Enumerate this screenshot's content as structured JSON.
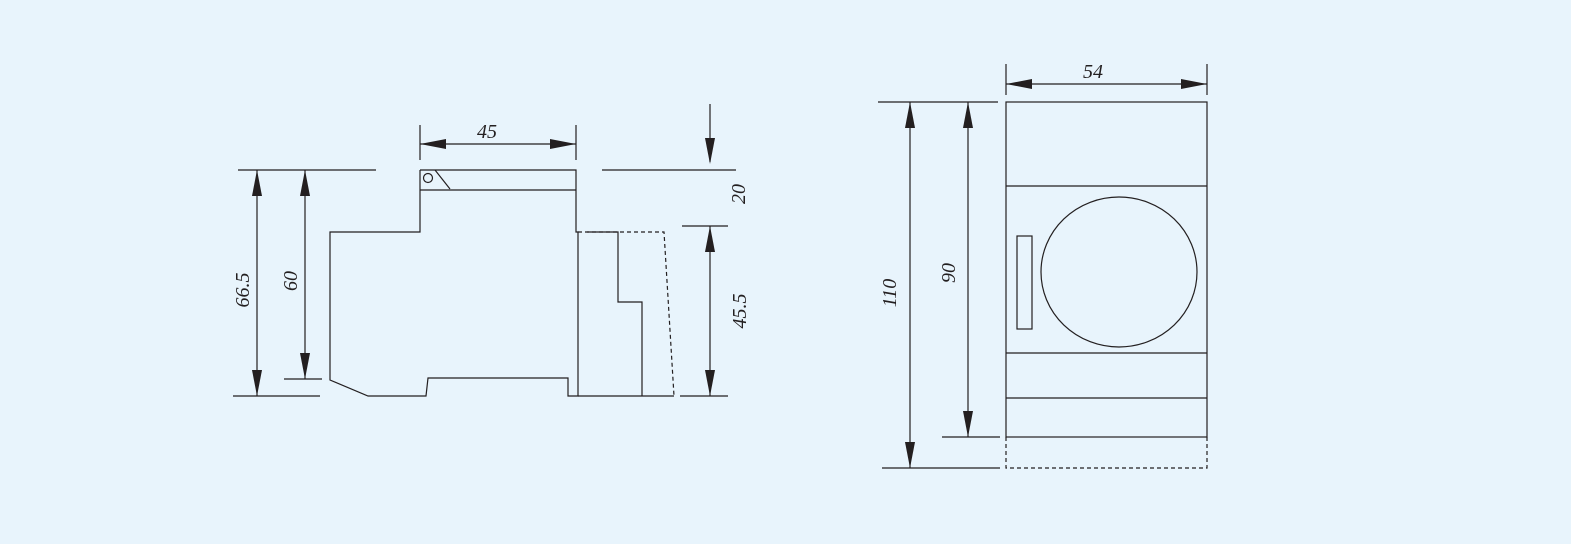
{
  "colors": {
    "background": "#e8f4fc",
    "line": "#231f20"
  },
  "side_view": {
    "width_dim": "45",
    "height_dim_total": "66.5",
    "height_dim_body": "60",
    "top_offset_dim": "20",
    "right_height_dim": "45.5"
  },
  "front_view": {
    "width_dim": "54",
    "height_dim_total": "110",
    "height_dim_body": "90"
  }
}
